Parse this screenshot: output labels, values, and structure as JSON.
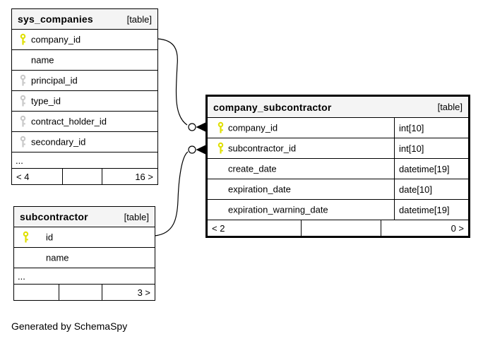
{
  "note": "Generated by SchemaSpy",
  "colors": {
    "primary_key_icon": "#e0e000",
    "secondary_key_icon": "#c9c9c9",
    "table_header_bg": "#f4f4f4",
    "border": "#000000",
    "background": "#ffffff"
  },
  "relationships": [
    {
      "from_table": "sys_companies",
      "from_column": "company_id",
      "to_table": "company_subcontractor",
      "to_column": "company_id"
    },
    {
      "from_table": "subcontractor",
      "from_column": "id",
      "to_table": "company_subcontractor",
      "to_column": "subcontractor_id"
    }
  ],
  "tables": {
    "sys_companies": {
      "name": "sys_companies",
      "badge": "[table]",
      "columns": [
        {
          "name": "company_id",
          "key_icon": "yellow"
        },
        {
          "name": "name",
          "key_icon": null
        },
        {
          "name": "principal_id",
          "key_icon": "gray"
        },
        {
          "name": "type_id",
          "key_icon": "gray"
        },
        {
          "name": "contract_holder_id",
          "key_icon": "gray"
        },
        {
          "name": "secondary_id",
          "key_icon": "gray"
        }
      ],
      "ellipsis": "...",
      "footer": {
        "prev": "< 4",
        "mid": "",
        "next": "16 >"
      }
    },
    "subcontractor": {
      "name": "subcontractor",
      "badge": "[table]",
      "columns": [
        {
          "name": "id",
          "key_icon": "yellow"
        },
        {
          "name": "name",
          "key_icon": null
        }
      ],
      "ellipsis": "...",
      "footer": {
        "prev": "",
        "mid": "",
        "next": "3 >"
      }
    },
    "company_subcontractor": {
      "name": "company_subcontractor",
      "badge": "[table]",
      "columns": [
        {
          "name": "company_id",
          "type": "int[10]",
          "key_icon": "yellow"
        },
        {
          "name": "subcontractor_id",
          "type": "int[10]",
          "key_icon": "yellow"
        },
        {
          "name": "create_date",
          "type": "datetime[19]",
          "key_icon": null
        },
        {
          "name": "expiration_date",
          "type": "date[10]",
          "key_icon": null
        },
        {
          "name": "expiration_warning_date",
          "type": "datetime[19]",
          "key_icon": null
        }
      ],
      "footer": {
        "prev": "< 2",
        "mid": "",
        "next": "0 >"
      }
    }
  }
}
